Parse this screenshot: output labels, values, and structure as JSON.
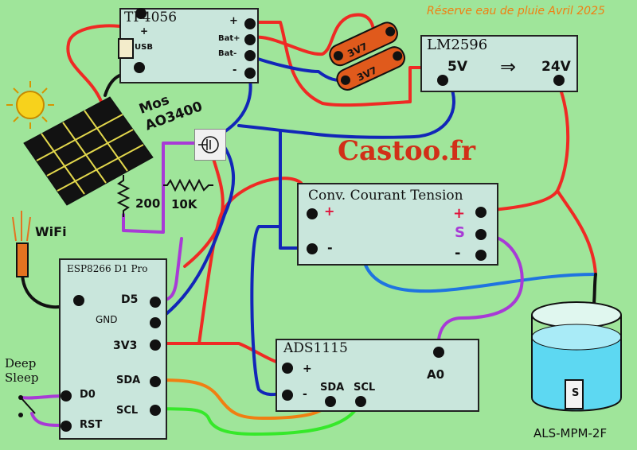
{
  "header": {
    "note": "Réserve eau de pluie Avril 2025"
  },
  "brand": {
    "text": "Castoo.fr"
  },
  "modules": {
    "tp4056": {
      "title": "TP4056",
      "plus": "+",
      "minus": "-",
      "usb": "USB",
      "out_plus": "+",
      "bat_plus": "Bat+",
      "bat_minus": "Bat-",
      "out_minus": "-"
    },
    "lm2596": {
      "title": "LM2596",
      "in": "5V",
      "out": "24V"
    },
    "converter": {
      "title": "Conv. Courant Tension",
      "plus": "+",
      "minus": "-",
      "out_plus": "+",
      "out_s": "S",
      "out_minus": "-"
    },
    "esp": {
      "title": "ESP8266 D1 Pro",
      "d5": "D5",
      "gnd": "GND",
      "v33": "3V3",
      "sda": "SDA",
      "scl": "SCL",
      "d0": "D0",
      "rst": "RST"
    },
    "ads": {
      "title": "ADS1115",
      "plus": "+",
      "minus": "-",
      "sda": "SDA",
      "scl": "SCL",
      "a0": "A0"
    }
  },
  "parts": {
    "battery1": "3V7",
    "battery2": "3V7",
    "mosfet": "Mos AO3400",
    "r1": "200",
    "r2": "10K",
    "wifi": "WiFi",
    "deep_sleep": "Deep Sleep",
    "sensor": "ALS-MPM-2F",
    "sensor_tag": "S"
  },
  "colors": {
    "background": "#9fe59a",
    "module": "#c9e6dc",
    "red": "#ef2a24",
    "blue": "#1226b8",
    "lightblue": "#1f74e0",
    "purple": "#a83ad6",
    "orange": "#f07f12",
    "green": "#36e82a",
    "water": "#5dd8f2"
  }
}
